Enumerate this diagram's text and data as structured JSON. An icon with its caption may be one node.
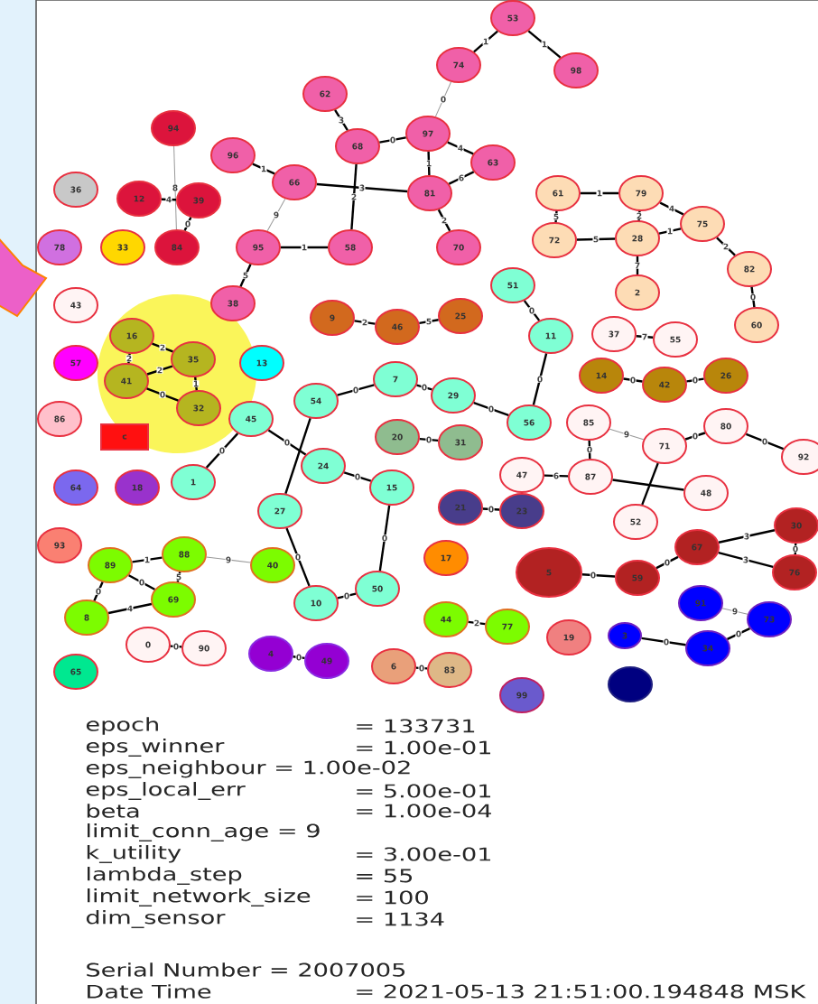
{
  "diagram": {
    "nodes": [
      {
        "text": [
          "53"
        ]
      },
      {
        "text": [
          "62"
        ]
      },
      {
        "text": [
          "74"
        ]
      },
      {
        "text": [
          "98"
        ]
      },
      {
        "text": [
          "94"
        ]
      },
      {
        "text": [
          "97"
        ]
      },
      {
        "text": [
          "68"
        ]
      },
      {
        "text": [
          "96"
        ]
      },
      {
        "text": [
          "63"
        ]
      },
      {
        "text": [
          "66"
        ]
      },
      {
        "text": [
          "36"
        ]
      },
      {
        "text": [
          "12"
        ]
      },
      {
        "text": [
          "39"
        ]
      },
      {
        "text": [
          "81"
        ]
      },
      {
        "text": [
          "61"
        ]
      },
      {
        "text": [
          "79"
        ]
      },
      {
        "text": [
          "75"
        ]
      },
      {
        "text": [
          "72"
        ]
      },
      {
        "text": [
          "28"
        ]
      },
      {
        "text": [
          "78"
        ]
      },
      {
        "text": [
          "33"
        ]
      },
      {
        "text": [
          "84"
        ]
      },
      {
        "text": [
          "95"
        ]
      },
      {
        "text": [
          "58"
        ]
      },
      {
        "text": [
          "70"
        ]
      },
      {
        "text": [
          "82"
        ]
      },
      {
        "text": [
          "51"
        ]
      },
      {
        "text": [
          "2"
        ]
      },
      {
        "text": [
          "38"
        ]
      },
      {
        "text": [
          "43"
        ]
      },
      {
        "text": [
          "9"
        ]
      },
      {
        "text": [
          "46"
        ]
      },
      {
        "text": [
          "25"
        ]
      },
      {
        "text": [
          "60"
        ]
      },
      {
        "text": [
          "37"
        ]
      },
      {
        "text": [
          "55"
        ]
      },
      {
        "text": [
          "11"
        ]
      },
      {
        "text": [
          "16"
        ]
      },
      {
        "text": [
          "35"
        ]
      },
      {
        "text": [
          "57"
        ]
      },
      {
        "text": [
          "13"
        ]
      },
      {
        "text": [
          "14"
        ]
      },
      {
        "text": [
          "42"
        ]
      },
      {
        "text": [
          "26"
        ]
      },
      {
        "text": [
          "7"
        ]
      },
      {
        "text": [
          "41"
        ]
      },
      {
        "text": [
          "29"
        ]
      },
      {
        "text": [
          "54"
        ]
      },
      {
        "text": [
          "32"
        ]
      },
      {
        "text": [
          "86"
        ]
      },
      {
        "text": [
          "45"
        ]
      },
      {
        "text": [
          "56"
        ]
      },
      {
        "text": [
          "85"
        ]
      },
      {
        "text": [
          "80"
        ]
      },
      {
        "text": [
          "c"
        ]
      },
      {
        "text": [
          "20"
        ]
      },
      {
        "text": [
          "31"
        ]
      },
      {
        "text": [
          "71"
        ]
      },
      {
        "text": [
          "92"
        ]
      },
      {
        "text": [
          "24"
        ]
      },
      {
        "text": [
          "47"
        ]
      },
      {
        "text": [
          "87"
        ]
      },
      {
        "text": [
          "1"
        ]
      },
      {
        "text": [
          "64"
        ]
      },
      {
        "text": [
          "18"
        ]
      },
      {
        "text": [
          "15"
        ]
      },
      {
        "text": [
          "48"
        ]
      },
      {
        "text": [
          "21"
        ]
      },
      {
        "text": [
          "23"
        ]
      },
      {
        "text": [
          "27"
        ]
      },
      {
        "text": [
          "52"
        ]
      },
      {
        "text": [
          "30"
        ]
      },
      {
        "text": [
          "93"
        ]
      },
      {
        "text": [
          "67"
        ]
      },
      {
        "text": [
          "88"
        ]
      },
      {
        "text": [
          "17"
        ]
      },
      {
        "text": [
          "89"
        ]
      },
      {
        "text": [
          "40"
        ]
      },
      {
        "text": [
          "5"
        ]
      },
      {
        "text": [
          "76"
        ]
      },
      {
        "text": [
          "59"
        ]
      },
      {
        "text": [
          "50"
        ]
      },
      {
        "text": [
          "69"
        ]
      },
      {
        "text": [
          "10"
        ]
      },
      {
        "text": [
          "91"
        ]
      },
      {
        "text": [
          "8"
        ]
      },
      {
        "text": [
          "44"
        ]
      },
      {
        "text": [
          "73"
        ]
      },
      {
        "text": [
          "77"
        ]
      },
      {
        "text": [
          "3"
        ]
      },
      {
        "text": [
          "19"
        ]
      },
      {
        "text": [
          "0"
        ]
      },
      {
        "text": [
          "90"
        ]
      },
      {
        "text": [
          "34"
        ]
      },
      {
        "text": [
          "4"
        ]
      },
      {
        "text": [
          "49"
        ]
      },
      {
        "text": [
          "6"
        ]
      },
      {
        "text": [
          "83"
        ]
      },
      {
        "text": [
          "65"
        ]
      },
      {
        "text": [],
        "shape": "circle"
      },
      {
        "text": [
          "99"
        ]
      }
    ],
    "edges": [
      {
        "from": 0,
        "to": 2,
        "arrow": "none",
        "label": "1"
      },
      {
        "from": 0,
        "to": 3,
        "arrow": "none",
        "label": "1"
      },
      {
        "from": 2,
        "to": 5,
        "arrow": "none",
        "label": "0",
        "color": "#999999"
      },
      {
        "from": 1,
        "to": 6,
        "arrow": "none",
        "label": "3"
      },
      {
        "from": 6,
        "to": 5,
        "arrow": "none",
        "label": "0"
      },
      {
        "from": 5,
        "to": 8,
        "arrow": "none",
        "label": "4"
      },
      {
        "from": 5,
        "to": 13,
        "arrow": "none",
        "label": "1"
      },
      {
        "from": 13,
        "to": 8,
        "arrow": "none",
        "label": "6"
      },
      {
        "from": 13,
        "to": 24,
        "arrow": "none",
        "label": "2"
      },
      {
        "from": 9,
        "to": 13,
        "arrow": "none",
        "label": "3"
      },
      {
        "from": 6,
        "to": 23,
        "arrow": "none",
        "label": "2"
      },
      {
        "from": 7,
        "to": 9,
        "arrow": "none",
        "label": "1"
      },
      {
        "from": 9,
        "to": 22,
        "arrow": "none",
        "label": "9",
        "color": "#999999"
      },
      {
        "from": 22,
        "to": 23,
        "arrow": "none",
        "label": "1"
      },
      {
        "from": 22,
        "to": 28,
        "arrow": "none",
        "label": "5"
      },
      {
        "from": 4,
        "to": 21,
        "arrow": "none",
        "label": "8",
        "color": "#999999"
      },
      {
        "from": 11,
        "to": 12,
        "arrow": "none",
        "label": "4"
      },
      {
        "from": 12,
        "to": 21,
        "arrow": "none",
        "label": "0"
      },
      {
        "from": 14,
        "to": 15,
        "arrow": "none",
        "label": "1"
      },
      {
        "from": 14,
        "to": 17,
        "arrow": "none",
        "label": "5"
      },
      {
        "from": 15,
        "to": 18,
        "arrow": "none",
        "label": "2"
      },
      {
        "from": 15,
        "to": 16,
        "arrow": "none",
        "label": "4"
      },
      {
        "from": 17,
        "to": 18,
        "arrow": "none",
        "label": "5"
      },
      {
        "from": 18,
        "to": 16,
        "arrow": "none",
        "label": "1"
      },
      {
        "from": 18,
        "to": 27,
        "arrow": "none",
        "label": "7"
      },
      {
        "from": 16,
        "to": 25,
        "arrow": "none",
        "label": "2"
      },
      {
        "from": 25,
        "to": 33,
        "arrow": "none",
        "label": "0"
      },
      {
        "from": 26,
        "to": 36,
        "arrow": "none",
        "label": "0"
      },
      {
        "from": 36,
        "to": 51,
        "arrow": "none",
        "label": "0"
      },
      {
        "from": 34,
        "to": 35,
        "arrow": "none",
        "label": "7"
      },
      {
        "from": 30,
        "to": 31,
        "arrow": "none",
        "label": "2"
      },
      {
        "from": 31,
        "to": 32,
        "arrow": "none",
        "label": "5"
      },
      {
        "from": 37,
        "to": 38,
        "arrow": "none",
        "label": "2"
      },
      {
        "from": 37,
        "to": 45,
        "arrow": "none",
        "label": "2"
      },
      {
        "from": 45,
        "to": 38,
        "arrow": "none",
        "label": "2"
      },
      {
        "from": 45,
        "to": 48,
        "arrow": "none",
        "label": "0"
      },
      {
        "from": 38,
        "to": 48,
        "arrow": "none",
        "label": "1"
      },
      {
        "from": 50,
        "to": 62,
        "arrow": "none",
        "label": "0"
      },
      {
        "from": 50,
        "to": 59,
        "arrow": "none",
        "label": "0"
      },
      {
        "from": 47,
        "to": 44,
        "arrow": "none",
        "label": "0"
      },
      {
        "from": 47,
        "to": 69,
        "arrow": "none"
      },
      {
        "from": 59,
        "to": 65,
        "arrow": "none",
        "label": "0"
      },
      {
        "from": 69,
        "to": 83,
        "arrow": "none",
        "label": "0"
      },
      {
        "from": 83,
        "to": 81,
        "arrow": "none",
        "label": "0"
      },
      {
        "from": 81,
        "to": 65,
        "arrow": "none",
        "label": "0"
      },
      {
        "from": 44,
        "to": 46,
        "arrow": "none",
        "label": "0"
      },
      {
        "from": 46,
        "to": 51,
        "arrow": "none",
        "label": "0"
      },
      {
        "from": 55,
        "to": 56,
        "arrow": "none",
        "label": "0"
      },
      {
        "from": 76,
        "to": 74,
        "arrow": "none",
        "label": "1"
      },
      {
        "from": 76,
        "to": 82,
        "arrow": "none",
        "label": "0"
      },
      {
        "from": 74,
        "to": 82,
        "arrow": "none",
        "label": "5"
      },
      {
        "from": 76,
        "to": 85,
        "arrow": "none",
        "label": "0"
      },
      {
        "from": 85,
        "to": 82,
        "arrow": "none",
        "label": "4"
      },
      {
        "from": 74,
        "to": 77,
        "arrow": "none",
        "label": "9",
        "color": "#999999"
      },
      {
        "from": 91,
        "to": 92,
        "arrow": "none",
        "label": "0"
      },
      {
        "from": 94,
        "to": 95,
        "arrow": "none",
        "label": "0"
      },
      {
        "from": 96,
        "to": 97,
        "arrow": "none",
        "label": "0"
      },
      {
        "from": 86,
        "to": 88,
        "arrow": "none",
        "label": "2"
      },
      {
        "from": 41,
        "to": 42,
        "arrow": "none",
        "label": "0"
      },
      {
        "from": 42,
        "to": 43,
        "arrow": "none",
        "label": "0"
      },
      {
        "from": 52,
        "to": 61,
        "arrow": "none",
        "label": "0"
      },
      {
        "from": 52,
        "to": 57,
        "arrow": "none",
        "label": "9",
        "color": "#999999"
      },
      {
        "from": 57,
        "to": 53,
        "arrow": "none",
        "label": "0"
      },
      {
        "from": 53,
        "to": 58,
        "arrow": "none",
        "label": "0"
      },
      {
        "from": 60,
        "to": 61,
        "arrow": "none",
        "label": "6"
      },
      {
        "from": 61,
        "to": 66,
        "arrow": "none"
      },
      {
        "from": 57,
        "to": 70,
        "arrow": "none"
      },
      {
        "from": 67,
        "to": 68,
        "arrow": "none",
        "label": "0"
      },
      {
        "from": 78,
        "to": 80,
        "arrow": "none",
        "label": "0"
      },
      {
        "from": 80,
        "to": 73,
        "arrow": "none",
        "label": "0"
      },
      {
        "from": 73,
        "to": 71,
        "arrow": "none",
        "label": "3"
      },
      {
        "from": 73,
        "to": 79,
        "arrow": "none",
        "label": "3"
      },
      {
        "from": 71,
        "to": 79,
        "arrow": "none",
        "label": "0"
      },
      {
        "from": 84,
        "to": 87,
        "arrow": "none",
        "label": "9",
        "color": "#999999"
      },
      {
        "from": 89,
        "to": 93,
        "arrow": "none",
        "label": "0"
      },
      {
        "from": 93,
        "to": 87,
        "arrow": "none",
        "label": "0"
      },
      {
        "from": null,
        "to": 29,
        "arrow": "to"
      }
    ],
    "labels": [
      "epoch",
      "= 133731",
      "eps_winner",
      "= 1.00e-01",
      "eps_neighbour = 1.00e-02",
      "eps_local_err",
      "= 5.00e-01",
      "beta",
      "= 1.00e-04",
      "limit_conn_age = 9",
      "k_utility",
      "= 3.00e-01",
      "lambda_step",
      "= 55",
      "limit_network_size",
      "= 100",
      "dim_sensor",
      "= 1134",
      "Serial Number  = 2007005",
      "Date Time",
      "= 2021-05-13 21:51:00.194848 MSK"
    ]
  }
}
